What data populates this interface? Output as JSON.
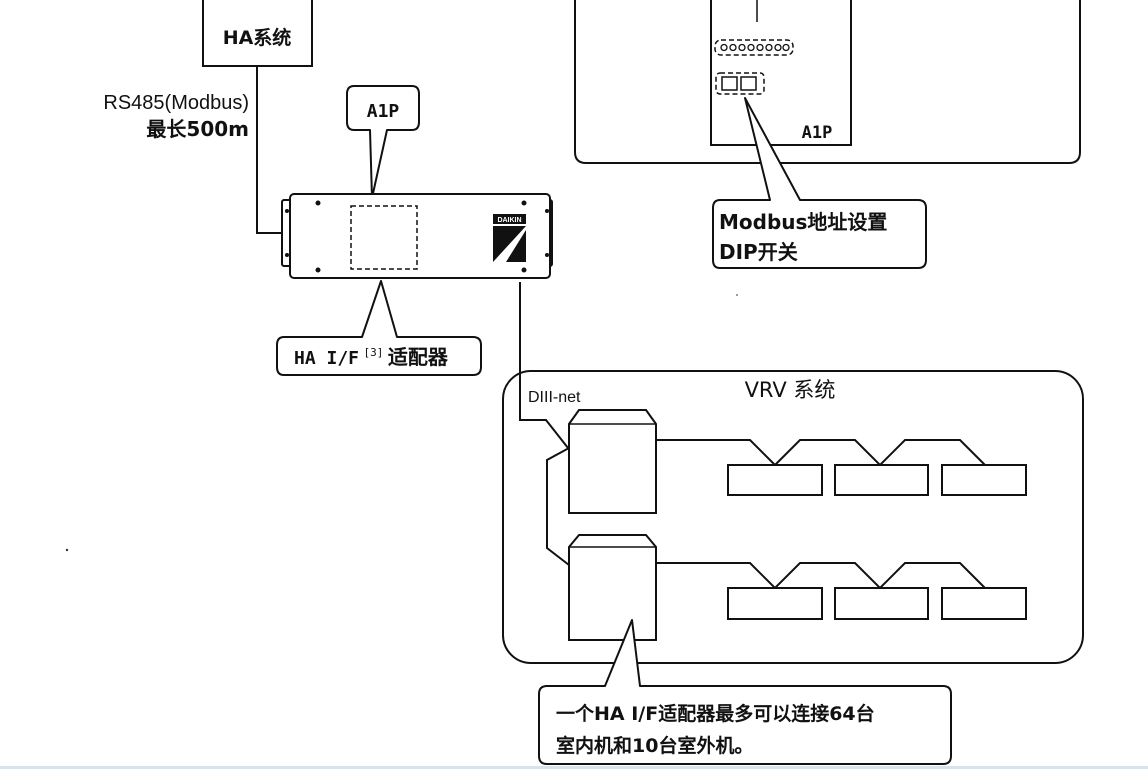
{
  "ha_system": {
    "label": "HA系统"
  },
  "rs485": {
    "line1": "RS485(Modbus)",
    "line2": "最长500m"
  },
  "a1p_callout": {
    "label": "A1P"
  },
  "a1p_board": {
    "label": "A1P"
  },
  "adapter": {
    "brand": "DAIKIN"
  },
  "adapter_callout": {
    "prefix": "HA I/F",
    "superscript": "[3]",
    "suffix": "适配器"
  },
  "dip_callout": {
    "line1": "Modbus地址设置",
    "line2": "DIP开关"
  },
  "vrv": {
    "title": "VRV 系统",
    "net_label": "DIII-net"
  },
  "capacity_callout": {
    "line1": "一个HA I/F适配器最多可以连接64台",
    "line2": "室内机和10台室外机。"
  },
  "colors": {
    "ink": "#111111",
    "background": "#ffffff",
    "bottom_rule": "#d6e4ef"
  }
}
